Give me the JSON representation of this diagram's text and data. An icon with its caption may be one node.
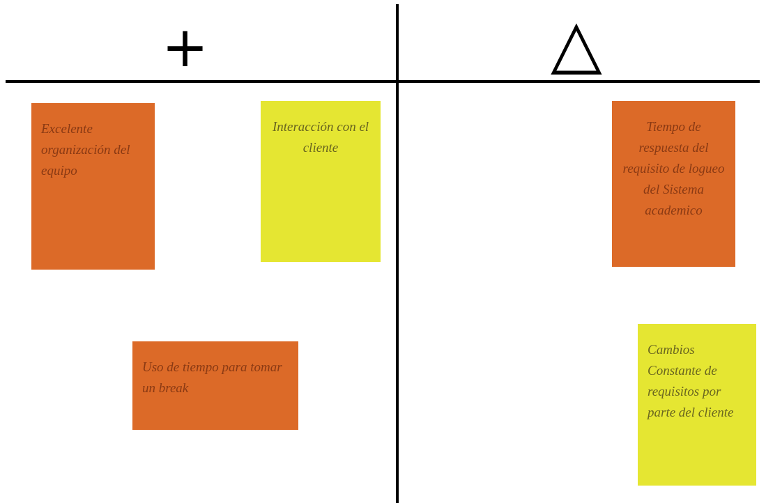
{
  "diagram": {
    "nodes": [
      {
        "text": [
          "Excelente organización del equipo"
        ]
      },
      {
        "text": [
          "Interacción con el cliente"
        ]
      },
      {
        "text": [
          "Uso de tiempo para tomar un break"
        ]
      },
      {
        "text": [
          "Tiempo de respuesta del requisito de logueo del Sistema academico"
        ]
      },
      {
        "text": [
          "Cambios Constante de requisitos por parte del cliente"
        ]
      }
    ],
    "labels": [
      "+",
      "△"
    ]
  }
}
